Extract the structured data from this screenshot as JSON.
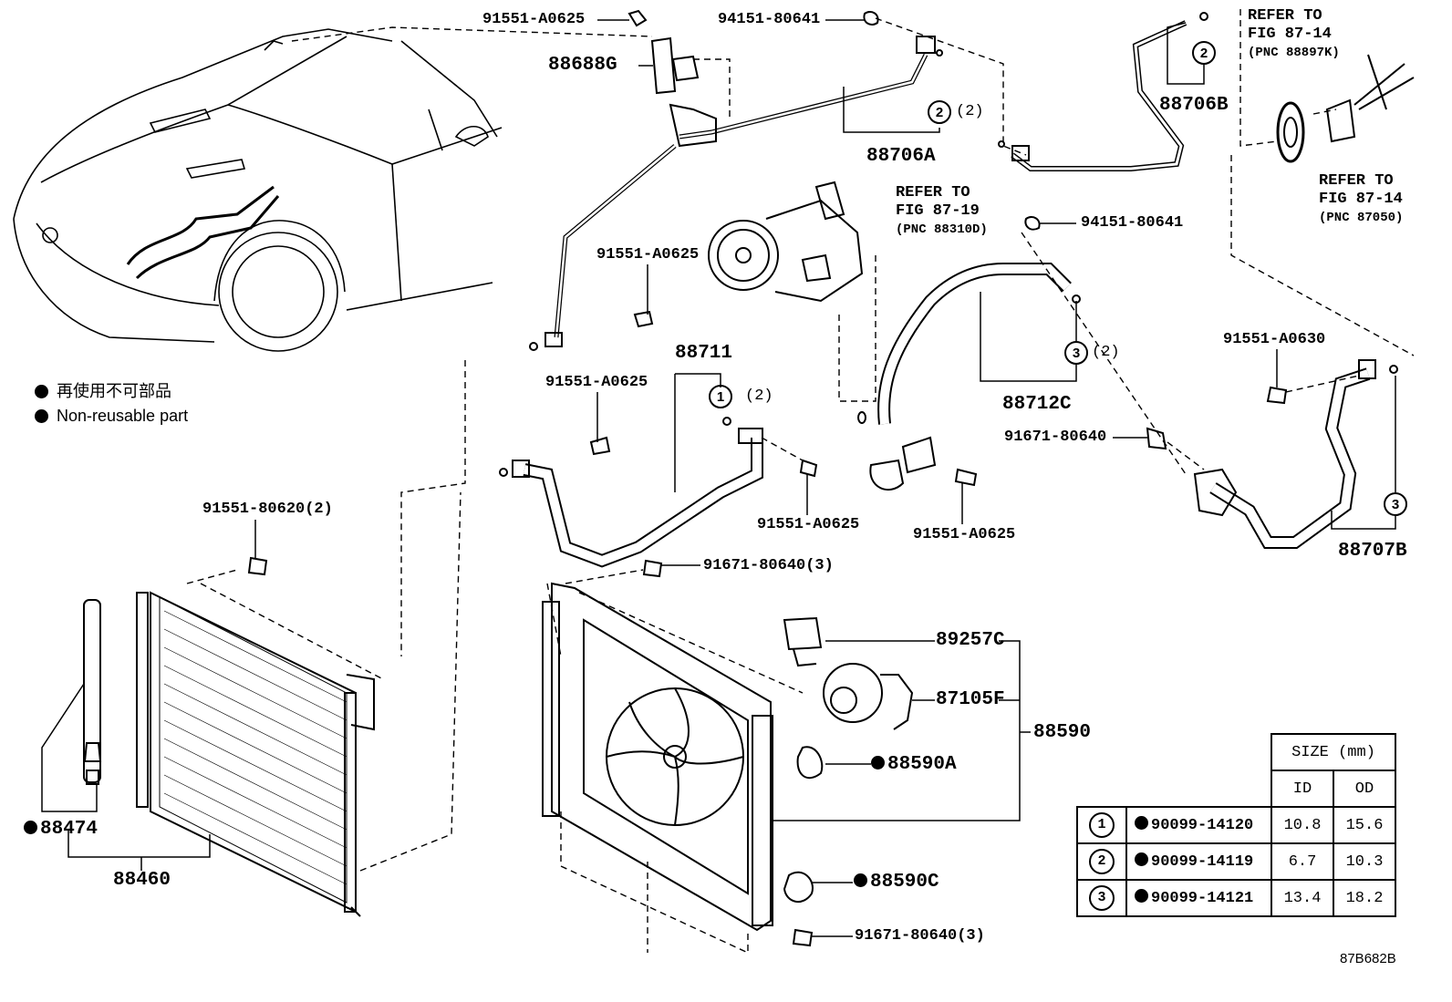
{
  "legend": {
    "items": [
      "再使用不可部品",
      "Non-reusable part"
    ]
  },
  "refs": {
    "fig_87_14_a": {
      "line1": "REFER TO",
      "line2": "FIG 87-14",
      "pnc": "(PNC 88897K)"
    },
    "fig_87_14_b": {
      "line1": "REFER TO",
      "line2": "FIG 87-14",
      "pnc": "(PNC 87050)"
    },
    "fig_87_19": {
      "line1": "REFER TO",
      "line2": "FIG 87-19",
      "pnc": "(PNC 88310D)"
    }
  },
  "labels": {
    "p91551_A0625_top": "91551-A0625",
    "p94151_80641_top": "94151-80641",
    "p88688G": "88688G",
    "p88706A": "88706A",
    "p88706A_qty": "(2)",
    "p88706B": "88706B",
    "p91551_A0625_mid": "91551-A0625",
    "p94151_80641_mid": "94151-80641",
    "p88711": "88711",
    "p88711_qty": "(2)",
    "p91551_A0625_left": "91551-A0625",
    "p88712C": "88712C",
    "p88712C_qty": "(2)",
    "p91551_A0630": "91551-A0630",
    "p91671_80640": "91671-80640",
    "p91551_80620": "91551-80620(2)",
    "p91551_A0625_bolt": "91551-A0625",
    "p91551_A0625_bolt2": "91551-A0625",
    "p88707B": "88707B",
    "p91671_80640_top3": "91671-80640(3)",
    "p89257C": "89257C",
    "p87105F": "87105F",
    "p88590": "88590",
    "p88590A": "88590A",
    "p88590C": "88590C",
    "p91671_80640_bot3": "91671-80640(3)",
    "p88474": "88474",
    "p88460": "88460"
  },
  "circle_refs": [
    "1",
    "2",
    "3"
  ],
  "size_table": {
    "header": "SIZE (mm)",
    "col_id": "ID",
    "col_od": "OD",
    "rows": [
      {
        "ref": "1",
        "part": "90099-14120",
        "id": "10.8",
        "od": "15.6"
      },
      {
        "ref": "2",
        "part": "90099-14119",
        "id": "6.7",
        "od": "10.3"
      },
      {
        "ref": "3",
        "part": "90099-14121",
        "id": "13.4",
        "od": "18.2"
      }
    ]
  },
  "diagram_code": "87B682B"
}
